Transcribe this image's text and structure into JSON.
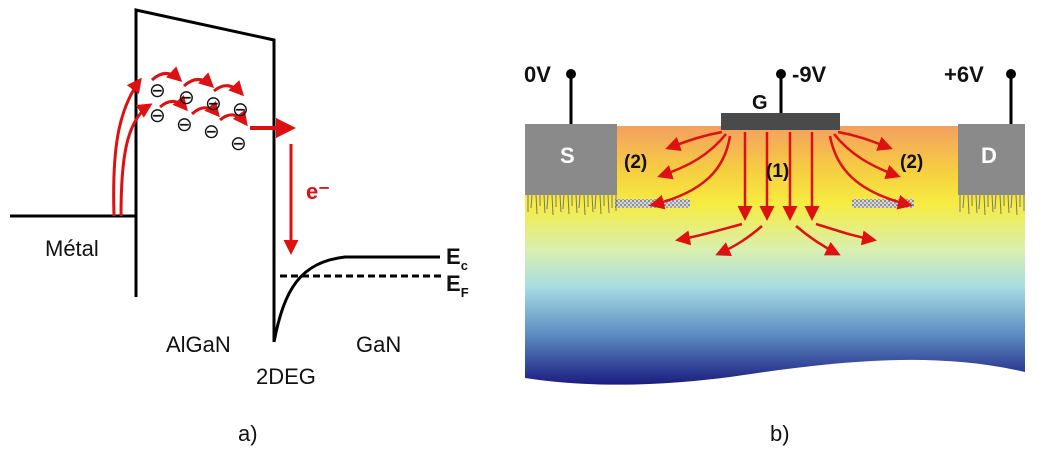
{
  "panel_a": {
    "caption": "a)",
    "labels": {
      "metal": "Métal",
      "algan": "AlGaN",
      "gan": "GaN",
      "twodeg": "2DEG",
      "electron": "e⁻",
      "ec_main": "E",
      "ec_sub": "c",
      "ef_main": "E",
      "ef_sub": "F"
    },
    "electron_symbol": "⊖",
    "colors": {
      "band": "#000000",
      "arrow": "#dd1111"
    }
  },
  "panel_b": {
    "caption": "b)",
    "labels": {
      "source_voltage": "0V",
      "gate_voltage": "-9V",
      "drain_voltage": "+6V",
      "source": "S",
      "drain": "D",
      "gate": "G",
      "path_1": "(1)",
      "path_2_left": "(2)",
      "path_2_right": "(2)"
    },
    "colors": {
      "contact": "#8a8a8a",
      "gate": "#4a4a4a",
      "arrow": "#dd1111",
      "substrate_top": "#f4a060",
      "substrate_mid": "#f6ec40",
      "substrate_lower": "#a9dde2",
      "substrate_bottom": "#1a1c80"
    }
  }
}
